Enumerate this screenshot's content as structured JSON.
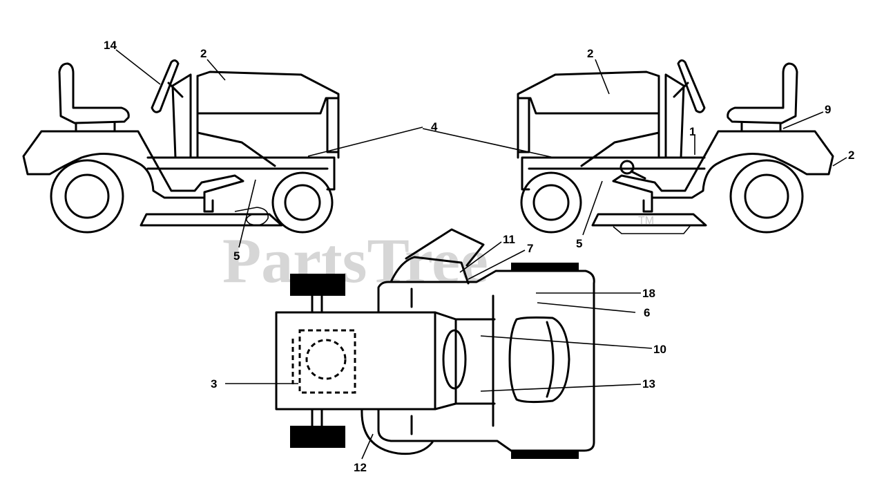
{
  "watermark": {
    "text": "PartsTree",
    "trademark": "TM"
  },
  "callouts": {
    "left_view": {
      "c14": "14",
      "c2": "2",
      "c4": "4",
      "c5": "5"
    },
    "right_view": {
      "c2a": "2",
      "c2b": "2",
      "c9": "9",
      "c1": "1",
      "c5": "5"
    },
    "top_view": {
      "c11": "11",
      "c7": "7",
      "c18": "18",
      "c6": "6",
      "c10": "10",
      "c13": "13",
      "c3": "3",
      "c12": "12"
    }
  }
}
